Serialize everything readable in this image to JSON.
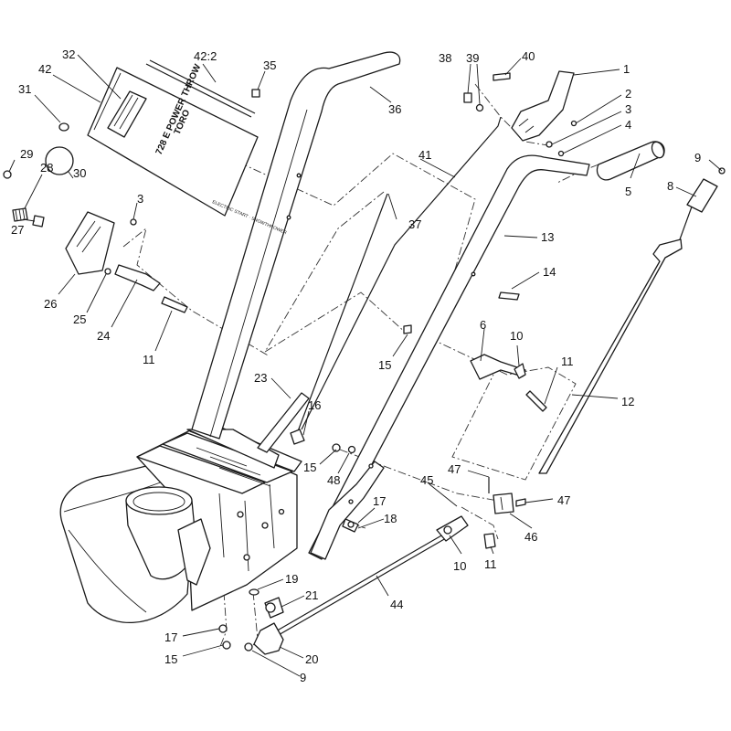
{
  "diagram": {
    "decal": {
      "brand": "TORO",
      "model": "728 E POWER THROW",
      "tagline": "ELECTRIC START · SNOWTHROWER"
    },
    "callouts": [
      "1",
      "2",
      "3",
      "4",
      "5",
      "9",
      "8",
      "38",
      "39",
      "40",
      "32",
      "42:2",
      "35",
      "42",
      "31",
      "36",
      "29",
      "28",
      "30",
      "27",
      "3",
      "26",
      "25",
      "24",
      "11",
      "41",
      "37",
      "13",
      "14",
      "15",
      "6",
      "10",
      "11",
      "12",
      "23",
      "16",
      "15",
      "48",
      "17",
      "18",
      "45",
      "47",
      "47",
      "46",
      "10",
      "11",
      "19",
      "21",
      "44",
      "17",
      "15",
      "20",
      "9"
    ]
  }
}
